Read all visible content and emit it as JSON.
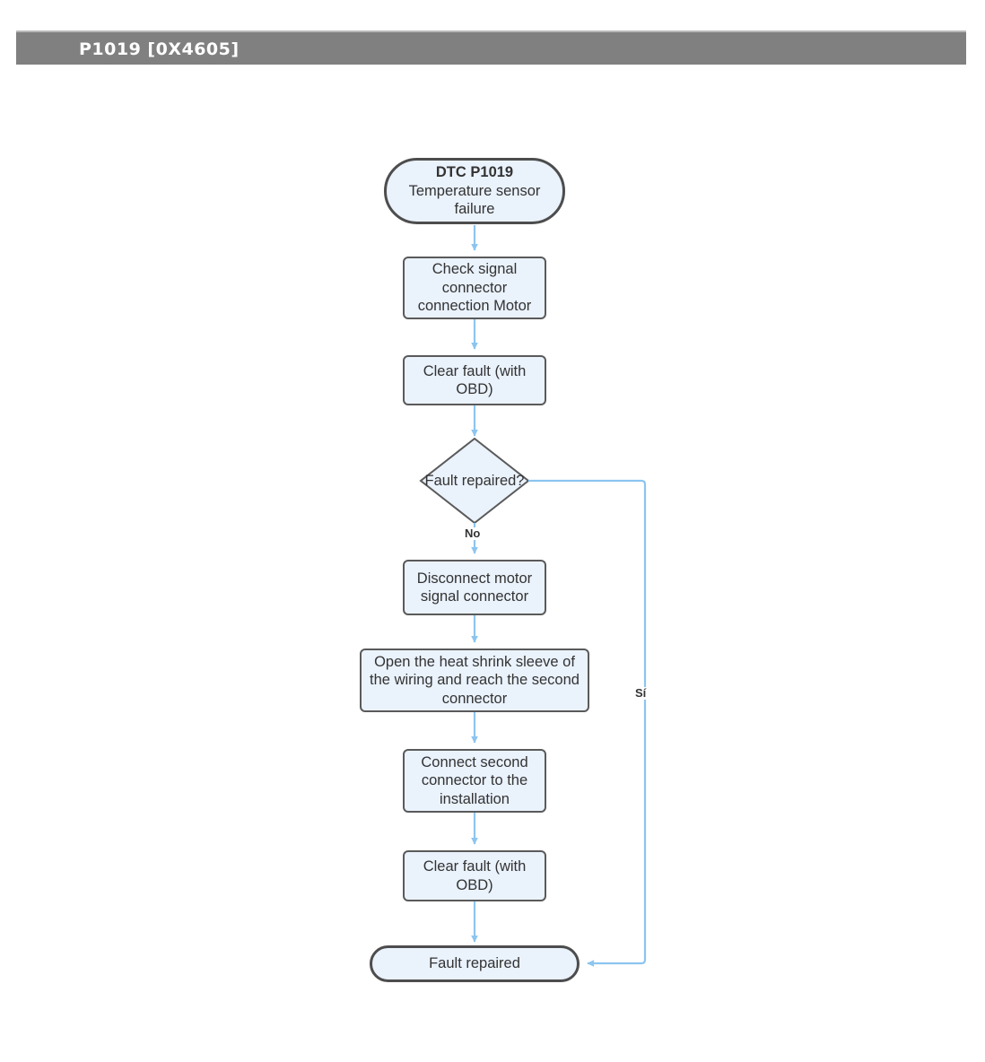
{
  "header": {
    "title": "P1019 [0X4605]",
    "background_color": "#808080",
    "text_color": "#ffffff"
  },
  "theme": {
    "node_fill": "#eaf2fc",
    "node_border": "#5a5a5a",
    "terminal_border": "#4d4d4d",
    "connector_color": "#8cc5f0",
    "text_color": "#333333",
    "page_background": "#ffffff"
  },
  "diagram": {
    "type": "flowchart",
    "title": "P1019 [0X4605]",
    "orientation": "top-to-bottom",
    "nodes": [
      {
        "id": "start",
        "shape": "terminal",
        "title": "DTC P1019",
        "text": "Temperature sensor failure"
      },
      {
        "id": "check-connector",
        "shape": "process",
        "text": "Check signal connector connection Motor"
      },
      {
        "id": "clear-fault-1",
        "shape": "process",
        "text": "Clear fault (with OBD)"
      },
      {
        "id": "fault-repaired-decision",
        "shape": "decision",
        "text": "Fault repaired?"
      },
      {
        "id": "disconnect-connector",
        "shape": "process",
        "text": "Disconnect motor signal connector"
      },
      {
        "id": "open-sleeve",
        "shape": "process",
        "text": "Open the heat shrink sleeve of the wiring and reach the second connector"
      },
      {
        "id": "connect-second",
        "shape": "process",
        "text": "Connect second connector to the installation"
      },
      {
        "id": "clear-fault-2",
        "shape": "process",
        "text": "Clear fault (with OBD)"
      },
      {
        "id": "end",
        "shape": "terminal",
        "text": "Fault repaired"
      }
    ],
    "edges": [
      {
        "from": "start",
        "to": "check-connector",
        "label": ""
      },
      {
        "from": "check-connector",
        "to": "clear-fault-1",
        "label": ""
      },
      {
        "from": "clear-fault-1",
        "to": "fault-repaired-decision",
        "label": ""
      },
      {
        "from": "fault-repaired-decision",
        "to": "disconnect-connector",
        "label": "No"
      },
      {
        "from": "fault-repaired-decision",
        "to": "end",
        "label": "Sí"
      },
      {
        "from": "disconnect-connector",
        "to": "open-sleeve",
        "label": ""
      },
      {
        "from": "open-sleeve",
        "to": "connect-second",
        "label": ""
      },
      {
        "from": "connect-second",
        "to": "clear-fault-2",
        "label": ""
      },
      {
        "from": "clear-fault-2",
        "to": "end",
        "label": ""
      }
    ],
    "edge_labels": {
      "no": "No",
      "yes": "Sí"
    }
  }
}
